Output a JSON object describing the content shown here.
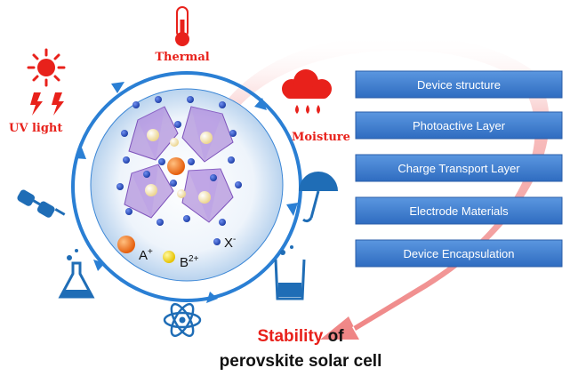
{
  "stressors": {
    "thermal": "Thermal",
    "uv_light": "UV light",
    "moisture": "Moisture"
  },
  "ions": {
    "a_base": "A",
    "a_sup": "+",
    "b_base": "B",
    "b_sup": "2+",
    "x_base": "X",
    "x_sup": "-"
  },
  "factors": [
    "Device structure",
    "Photoactive Layer",
    "Charge Transport Layer",
    "Electrode Materials",
    "Device Encapsulation"
  ],
  "title": {
    "highlight": "Stability",
    "word_of": " of",
    "line2": "perovskite solar cell"
  },
  "colors": {
    "accent_red": "#e8211b",
    "ring_blue": "#2a7fd4",
    "box_blue": "#3f7fd0",
    "icon_blue": "#1f6db6",
    "arrow_pink": "#f08a8a",
    "octahedron_purple": "#9a6fd0",
    "a_cation": "#f07a1e",
    "b_cation": "#f7e6a8",
    "x_anion": "#2d54c8"
  },
  "icons": [
    "thermometer-icon",
    "sun-icon",
    "lightning-icon",
    "rain-cloud-icon",
    "sunglasses-icon",
    "umbrella-icon",
    "flask-icon",
    "beaker-icon",
    "atom-icon"
  ]
}
